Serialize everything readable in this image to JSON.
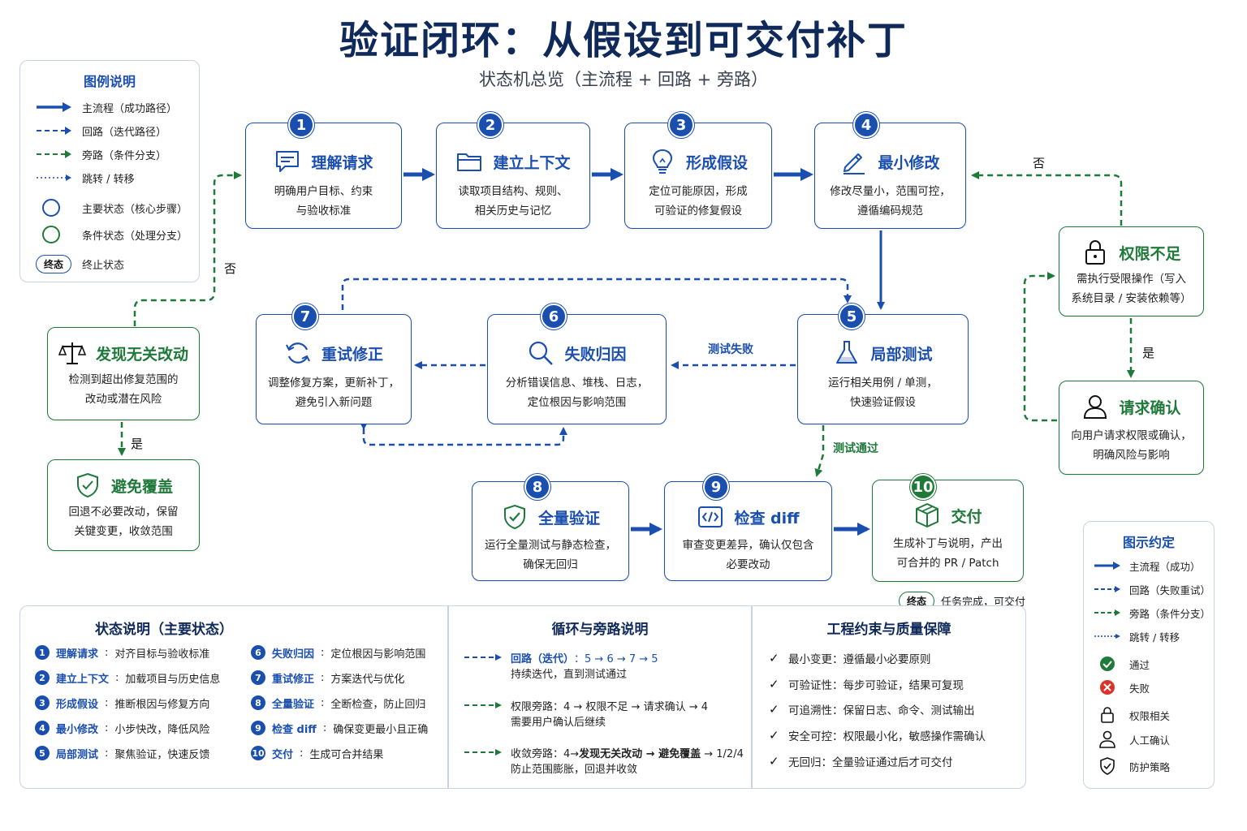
{
  "title": "验证闭环：从假设到可交付补丁",
  "subtitle": "状态机总览（主流程 + 回路 + 旁路）",
  "colors": {
    "primary": "#1a4fb0",
    "secondary": "#1f7a3a",
    "text": "#1f2937"
  },
  "legend": {
    "heading": "图例说明",
    "items": [
      {
        "label": "主流程（成功路径）",
        "symbol": "solid-arrow-blue"
      },
      {
        "label": "回路（迭代路径）",
        "symbol": "dashed-arrow-blue"
      },
      {
        "label": "旁路（条件分支）",
        "symbol": "dashed-arrow-green"
      },
      {
        "label": "跳转 / 转移",
        "symbol": "dotted-arrow-blue"
      },
      {
        "label": "主要状态（核心步骤）",
        "symbol": "circle-blue"
      },
      {
        "label": "条件状态（处理分支）",
        "symbol": "circle-green"
      },
      {
        "label": "终止状态",
        "symbol": "pill",
        "pill": "终态"
      }
    ]
  },
  "states": [
    {
      "num": "1",
      "name": "理解请求",
      "icon": "chat-icon",
      "desc": [
        "明确用户目标、约束",
        "与验收标准"
      ]
    },
    {
      "num": "2",
      "name": "建立上下文",
      "icon": "folder-icon",
      "desc": [
        "读取项目结构、规则、",
        "相关历史与记忆"
      ]
    },
    {
      "num": "3",
      "name": "形成假设",
      "icon": "lightbulb-icon",
      "desc": [
        "定位可能原因，形成",
        "可验证的修复假设"
      ]
    },
    {
      "num": "4",
      "name": "最小修改",
      "icon": "pencil-icon",
      "desc": [
        "修改尽量小，范围可控，",
        "遵循编码规范"
      ]
    },
    {
      "num": "5",
      "name": "局部测试",
      "icon": "flask-icon",
      "desc": [
        "运行相关用例 / 单测，",
        "快速验证假设"
      ]
    },
    {
      "num": "6",
      "name": "失败归因",
      "icon": "magnifier-icon",
      "desc": [
        "分析错误信息、堆栈、日志，",
        "定位根因与影响范围"
      ]
    },
    {
      "num": "7",
      "name": "重试修正",
      "icon": "refresh-icon",
      "desc": [
        "调整修复方案，更新补丁，",
        "避免引入新问题"
      ]
    },
    {
      "num": "8",
      "name": "全量验证",
      "icon": "shield-check-icon",
      "desc": [
        "运行全量测试与静态检查，",
        "确保无回归"
      ]
    },
    {
      "num": "9",
      "name": "检查 diff",
      "icon": "code-icon",
      "desc": [
        "审查变更差异，确认仅包含",
        "必要改动"
      ]
    },
    {
      "num": "10",
      "name": "交付",
      "icon": "package-icon",
      "desc": [
        "生成补丁与说明，产出",
        "可合并的 PR / Patch"
      ]
    }
  ],
  "conditional": [
    {
      "id": "irrelevant",
      "name": "发现无关改动",
      "icon": "scale-icon",
      "desc": [
        "检测到超出修复范围的",
        "改动或潜在风险"
      ]
    },
    {
      "id": "avoid",
      "name": "避免覆盖",
      "icon": "shield-icon",
      "desc": [
        "回退不必要改动，保留",
        "关键变更，收敛范围"
      ]
    },
    {
      "id": "perm",
      "name": "权限不足",
      "icon": "lock-icon",
      "desc": [
        "需执行受限操作（写入",
        "系统目录 / 安装依赖等）"
      ]
    },
    {
      "id": "confirm",
      "name": "请求确认",
      "icon": "user-icon",
      "desc": [
        "向用户请求权限或确认，",
        "明确风险与影响"
      ]
    }
  ],
  "flow_labels": {
    "no_top": "否",
    "no_left": "否",
    "yes_left": "是",
    "yes_right": "是",
    "test_fail": "测试失败",
    "test_pass": "测试通过"
  },
  "terminal": {
    "pill": "终态",
    "text": "任务完成，可交付"
  },
  "status_section": {
    "heading": "状态说明（主要状态）",
    "items": [
      {
        "num": "1",
        "name": "理解请求",
        "text": "对齐目标与验收标准"
      },
      {
        "num": "2",
        "name": "建立上下文",
        "text": "加载项目与历史信息"
      },
      {
        "num": "3",
        "name": "形成假设",
        "text": "推断根因与修复方向"
      },
      {
        "num": "4",
        "name": "最小修改",
        "text": "小步快改，降低风险"
      },
      {
        "num": "5",
        "name": "局部测试",
        "text": "聚焦验证，快速反馈"
      },
      {
        "num": "6",
        "name": "失败归因",
        "text": "定位根因与影响范围"
      },
      {
        "num": "7",
        "name": "重试修正",
        "text": "方案迭代与优化"
      },
      {
        "num": "8",
        "name": "全量验证",
        "text": "全断检查，防止回归"
      },
      {
        "num": "9",
        "name": "检查 diff",
        "text": "确保变更最小且正确"
      },
      {
        "num": "10",
        "name": "交付",
        "text": "生成可合并结果"
      }
    ]
  },
  "loop_section": {
    "heading": "循环与旁路说明",
    "items": [
      {
        "style": "blue",
        "line1_bold": "回路（迭代）",
        "line1": "：5 → 6 → 7 → 5",
        "line2": "持续迭代，直到测试通过"
      },
      {
        "style": "green",
        "line1_bold": "",
        "line1": "权限旁路：4 → 权限不足 → 请求确认 → 4",
        "line2": "需要用户确认后继续"
      },
      {
        "style": "green",
        "line1_bold": "",
        "line1": "收敛旁路：4→",
        "line1_mid_bold": "发现无关改动 → 避免覆盖",
        "line1_end": " → 1/2/4",
        "line2": "防止范围膨胀，回退并收敛"
      }
    ]
  },
  "quality_section": {
    "heading": "工程约束与质量保障",
    "items": [
      "最小变更：遵循最小必要原则",
      "可验证性：每步可验证，结果可复现",
      "可追溯性：保留日志、命令、测试输出",
      "安全可控：权限最小化，敏感操作需确认",
      "无回归：全量验证通过后才可交付"
    ]
  },
  "conventions": {
    "heading": "图示约定",
    "items": [
      {
        "label": "主流程（成功）",
        "symbol": "solid-arrow-blue"
      },
      {
        "label": "回路（失败重试）",
        "symbol": "dashed-arrow-blue"
      },
      {
        "label": "旁路（条件分支）",
        "symbol": "dashed-arrow-green"
      },
      {
        "label": "跳转 / 转移",
        "symbol": "dotted-arrow-blue"
      },
      {
        "label": "通过",
        "symbol": "pass-icon"
      },
      {
        "label": "失败",
        "symbol": "fail-icon"
      },
      {
        "label": "权限相关",
        "symbol": "lock-icon"
      },
      {
        "label": "人工确认",
        "symbol": "user-icon"
      },
      {
        "label": "防护策略",
        "symbol": "shield-icon"
      }
    ]
  }
}
